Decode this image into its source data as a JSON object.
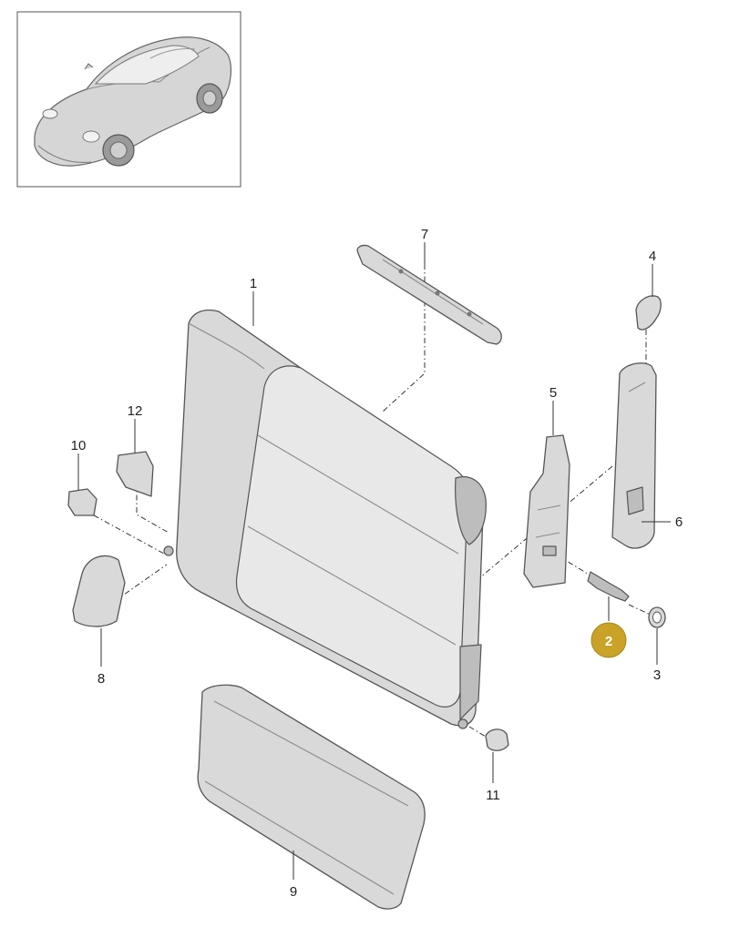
{
  "diagram": {
    "thumbnail": {
      "name": "vehicle-thumbnail"
    },
    "highlight_color": "#c9a227",
    "callouts": [
      {
        "id": "1",
        "label": "1",
        "highlighted": false
      },
      {
        "id": "2",
        "label": "2",
        "highlighted": true
      },
      {
        "id": "3",
        "label": "3",
        "highlighted": false
      },
      {
        "id": "4",
        "label": "4",
        "highlighted": false
      },
      {
        "id": "5",
        "label": "5",
        "highlighted": false
      },
      {
        "id": "6",
        "label": "6",
        "highlighted": false
      },
      {
        "id": "7",
        "label": "7",
        "highlighted": false
      },
      {
        "id": "8",
        "label": "8",
        "highlighted": false
      },
      {
        "id": "9",
        "label": "9",
        "highlighted": false
      },
      {
        "id": "10",
        "label": "10",
        "highlighted": false
      },
      {
        "id": "11",
        "label": "11",
        "highlighted": false
      },
      {
        "id": "12",
        "label": "12",
        "highlighted": false
      }
    ]
  }
}
